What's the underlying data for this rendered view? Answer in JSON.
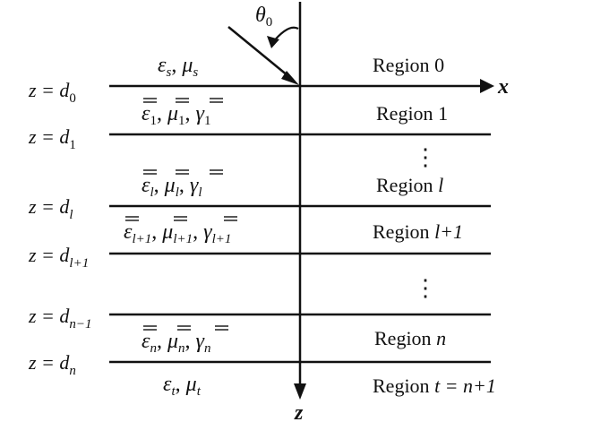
{
  "diagram": {
    "angle_label": "θ",
    "angle_sub": "0",
    "x_axis_label": "x",
    "z_axis_label": "z",
    "interfaces": [
      {
        "main": "z = d",
        "sub": "0"
      },
      {
        "main": "z = d",
        "sub": "1"
      },
      {
        "main": "z = d",
        "sub": "l"
      },
      {
        "main": "z = d",
        "sub": "l+1"
      },
      {
        "main": "z = d",
        "sub": "n−1"
      },
      {
        "main": "z = d",
        "sub": "n"
      }
    ],
    "regions": [
      {
        "prefix": "Region ",
        "index": "0"
      },
      {
        "prefix": "Region ",
        "index": "1"
      },
      {
        "prefix": "Region ",
        "index": "l"
      },
      {
        "prefix": "Region ",
        "index": "l+1"
      },
      {
        "prefix": "Region ",
        "index": "n"
      },
      {
        "prefix": "Region ",
        "index": "t = n+1"
      }
    ],
    "ellipsis": "⋮",
    "params": {
      "incident": {
        "eps": "ε",
        "eps_sub": "s",
        "mu": "μ",
        "mu_sub": "s"
      },
      "transmit": {
        "eps": "ε",
        "eps_sub": "t",
        "mu": "μ",
        "mu_sub": "t"
      },
      "layers": [
        {
          "eps": "ε",
          "mu": "μ",
          "gamma": "γ",
          "sub": "1"
        },
        {
          "eps": "ε",
          "mu": "μ",
          "gamma": "γ",
          "sub": "l"
        },
        {
          "eps": "ε",
          "mu": "μ",
          "gamma": "γ",
          "sub": "l+1"
        },
        {
          "eps": "ε",
          "mu": "μ",
          "gamma": "γ",
          "sub": "n"
        }
      ],
      "separator": ", "
    }
  }
}
